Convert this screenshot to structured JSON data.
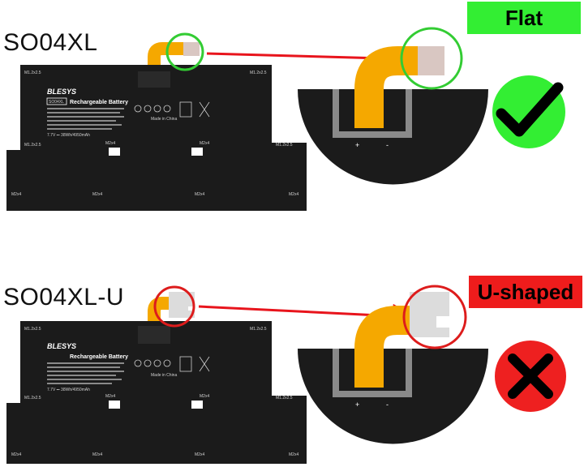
{
  "top": {
    "model": "SO04XL",
    "status": "Flat",
    "status_color": "#33ee33",
    "verdict_icon": "check-icon"
  },
  "bottom": {
    "model": "SO04XL-U",
    "status": "U-shaped",
    "status_color": "#ee1c1c",
    "verdict_icon": "cross-icon"
  },
  "battery": {
    "brand": "BLESYS",
    "model_box": "SO04XL",
    "title": "Rechargeable Battery",
    "made_in": "Made in China",
    "spec_line": "7.7V ⎓ 38Wh/4950mAh",
    "screw_m12": "M1.2x2.5",
    "screw_m2": "M2x4",
    "plus": "+",
    "minus": "-"
  },
  "colors": {
    "battery": "#1b1b1b",
    "flex_cable": "#f5a800",
    "arrow": "#e8141c",
    "circle_green": "#33cc33",
    "circle_red": "#dd1c1c"
  }
}
